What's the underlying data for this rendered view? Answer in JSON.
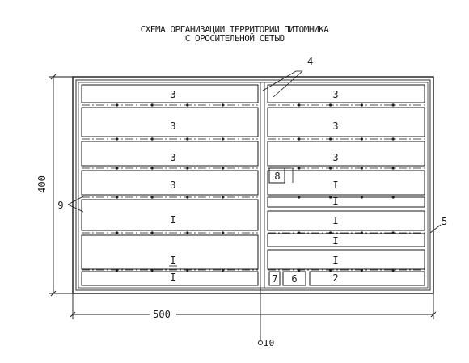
{
  "title_line1": "СХЕМА ОРГАНИЗАЦИИ ТЕРРИТОРИИ ПИТОМНИКА",
  "title_line2": "С ОРОСИТЕЛЬНОЙ СЕТЬЮ",
  "dimensions": {
    "height": "400",
    "width": "500"
  },
  "callouts": {
    "c4": "4",
    "c5": "5",
    "c9": "9",
    "c10": "I0"
  },
  "left_plots": [
    "3",
    "3",
    "3",
    "3",
    "I",
    "I",
    "I"
  ],
  "right_plots": [
    "3",
    "3",
    "3",
    "I",
    "I",
    "I",
    "I",
    "I",
    "2"
  ],
  "small_blocks": {
    "b8": "8",
    "b7": "7",
    "b6": "6"
  },
  "colors": {
    "ink": "#1a1a1a",
    "paper": "#ffffff"
  }
}
